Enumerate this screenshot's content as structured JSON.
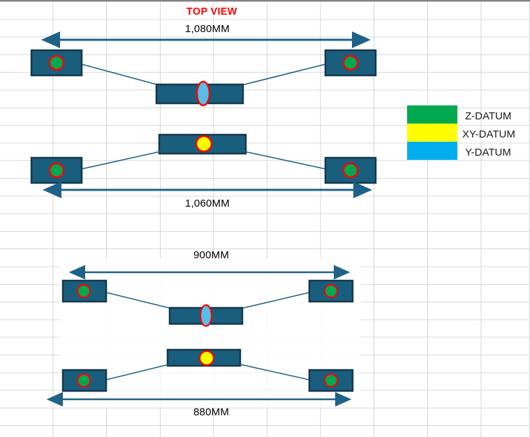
{
  "sheet": {
    "title": "TOP VIEW",
    "title_color": "#ff0000",
    "background": "#ffffff",
    "gridline_color": "#d9d9d9"
  },
  "palette": {
    "block_fill": "#1a5e7e",
    "block_stroke": "#16384a",
    "connector": "#1f6287",
    "dimension_arrow": "#1f6287",
    "z_datum": "#00a94f",
    "xy_datum": "#ffff00",
    "y_datum": "#00aeef",
    "marker_outline": "#ff0000"
  },
  "legend": {
    "items": [
      {
        "label": "Z-DATUM",
        "color": "#00a94f"
      },
      {
        "label": "XY-DATUM",
        "color": "#ffff00"
      },
      {
        "label": "Y-DATUM",
        "color": "#00aeef"
      }
    ]
  },
  "assemblies": [
    {
      "name": "upper-assembly",
      "dimensions": {
        "top": "1,080MM",
        "bottom": "1,060MM"
      },
      "datum_markers": {
        "outer_blocks": "z-datum",
        "upper_center_block": "y-datum",
        "lower_center_block": "xy-datum"
      }
    },
    {
      "name": "lower-assembly",
      "dimensions": {
        "top": "900MM",
        "bottom": "880MM"
      },
      "datum_markers": {
        "outer_blocks": "z-datum",
        "upper_center_block": "y-datum",
        "lower_center_block": "xy-datum"
      }
    }
  ],
  "dimension_labels": {
    "upper_top": "1,080MM",
    "upper_bottom": "1,060MM",
    "lower_top": "900MM",
    "lower_bottom": "880MM"
  },
  "chart_data": {
    "type": "diagram",
    "title": "TOP VIEW",
    "description": "Top-view fixture layout showing two mirrored four-block assemblies with datum target markers and overall span dimensions.",
    "series": [
      {
        "name": "upper-assembly",
        "span_top_mm": 1080,
        "span_bottom_mm": 1060,
        "blocks": [
          {
            "id": "u-left-top",
            "x": 45,
            "y": 70,
            "w": 72,
            "h": 36,
            "marker": "z-datum",
            "marker_shape": "circle"
          },
          {
            "id": "u-right-top",
            "x": 466,
            "y": 70,
            "w": 72,
            "h": 36,
            "marker": "z-datum",
            "marker_shape": "circle"
          },
          {
            "id": "u-center-top",
            "x": 224,
            "y": 118,
            "w": 124,
            "h": 28,
            "marker": "y-datum",
            "marker_shape": "ellipse"
          },
          {
            "id": "u-center-bot",
            "x": 228,
            "y": 190,
            "w": 124,
            "h": 28,
            "marker": "xy-datum",
            "marker_shape": "circle"
          },
          {
            "id": "u-left-bot",
            "x": 45,
            "y": 224,
            "w": 72,
            "h": 36,
            "marker": "z-datum",
            "marker_shape": "circle"
          },
          {
            "id": "u-right-bot",
            "x": 466,
            "y": 224,
            "w": 72,
            "h": 36,
            "marker": "z-datum",
            "marker_shape": "circle"
          }
        ]
      },
      {
        "name": "lower-assembly",
        "span_top_mm": 900,
        "span_bottom_mm": 880,
        "blocks": [
          {
            "id": "l-left-top",
            "x": 90,
            "y": 400,
            "w": 62,
            "h": 30,
            "marker": "z-datum",
            "marker_shape": "circle"
          },
          {
            "id": "l-right-top",
            "x": 443,
            "y": 400,
            "w": 62,
            "h": 30,
            "marker": "z-datum",
            "marker_shape": "circle"
          },
          {
            "id": "l-center-top",
            "x": 243,
            "y": 438,
            "w": 104,
            "h": 24,
            "marker": "y-datum",
            "marker_shape": "ellipse"
          },
          {
            "id": "l-center-bot",
            "x": 240,
            "y": 498,
            "w": 104,
            "h": 24,
            "marker": "xy-datum",
            "marker_shape": "circle"
          },
          {
            "id": "l-left-bot",
            "x": 90,
            "y": 528,
            "w": 62,
            "h": 30,
            "marker": "z-datum",
            "marker_shape": "circle"
          },
          {
            "id": "l-right-bot",
            "x": 443,
            "y": 528,
            "w": 62,
            "h": 30,
            "marker": "z-datum",
            "marker_shape": "circle"
          }
        ]
      }
    ],
    "legend": [
      "Z-DATUM",
      "XY-DATUM",
      "Y-DATUM"
    ],
    "annotations": [
      "1,080MM",
      "1,060MM",
      "900MM",
      "880MM"
    ]
  }
}
